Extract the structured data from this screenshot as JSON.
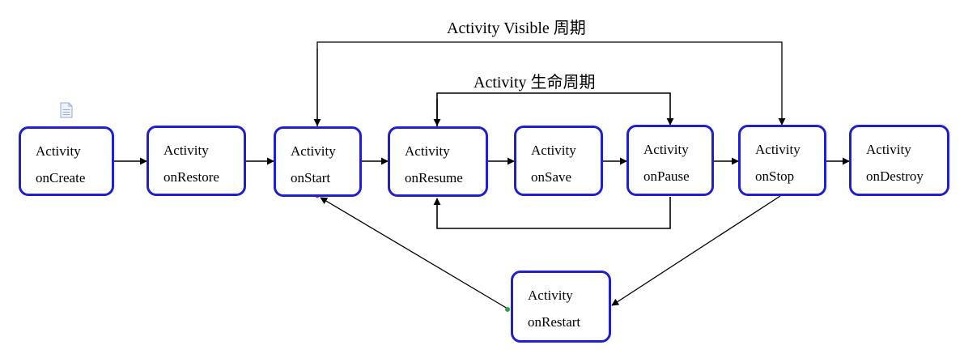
{
  "labels": {
    "visible_cycle": "Activity Visible 周期",
    "lifecycle": "Activity 生命周期"
  },
  "nodes": [
    {
      "id": "create",
      "line1": "Activity",
      "line2": "onCreate"
    },
    {
      "id": "restore",
      "line1": "Activity",
      "line2": "onRestore"
    },
    {
      "id": "start",
      "line1": "Activity",
      "line2": "onStart"
    },
    {
      "id": "resume",
      "line1": "Activity",
      "line2": "onResume"
    },
    {
      "id": "save",
      "line1": "Activity",
      "line2": "onSave"
    },
    {
      "id": "pause",
      "line1": "Activity",
      "line2": "onPause"
    },
    {
      "id": "stop",
      "line1": "Activity",
      "line2": "onStop"
    },
    {
      "id": "destroy",
      "line1": "Activity",
      "line2": "onDestroy"
    },
    {
      "id": "restart",
      "line1": "Activity",
      "line2": "onRestart"
    }
  ],
  "colors": {
    "node_border": "#1f1fd0",
    "edge": "#000000"
  },
  "icons": [
    "document-icon"
  ]
}
